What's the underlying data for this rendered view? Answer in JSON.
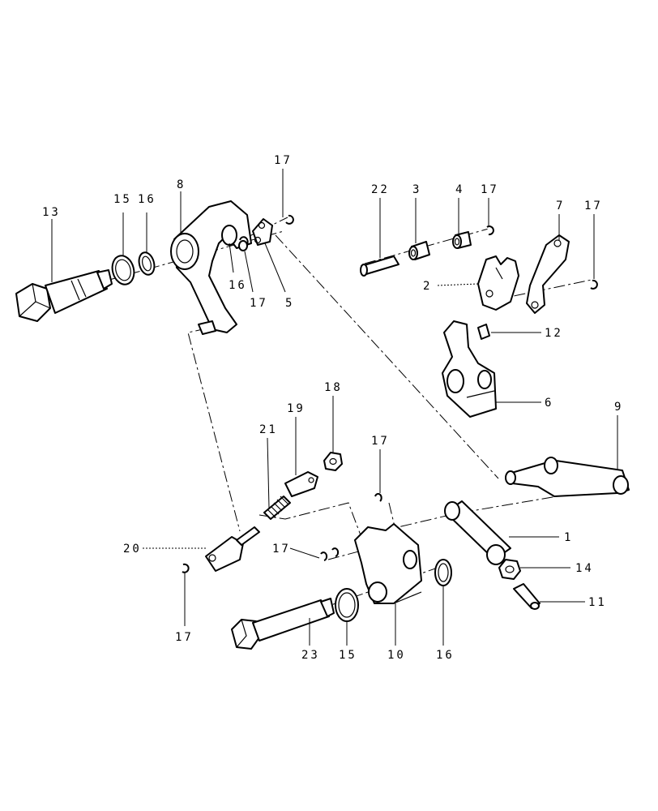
{
  "callouts": {
    "c1": "1",
    "c2": "2",
    "c3": "3",
    "c4": "4",
    "c5": "5",
    "c6": "6",
    "c7": "7",
    "c8": "8",
    "c9": "9",
    "c10": "10",
    "c11": "11",
    "c12": "12",
    "c13": "13",
    "c14": "14",
    "c15a": "15",
    "c15b": "15",
    "c16a": "16",
    "c16b": "16",
    "c16c": "16",
    "c17a": "17",
    "c17b": "17",
    "c17c": "17",
    "c17d": "17",
    "c17e": "17",
    "c17f": "17",
    "c17g": "17",
    "c18": "18",
    "c19": "19",
    "c20": "20",
    "c21": "21",
    "c22": "22",
    "c23": "23"
  }
}
